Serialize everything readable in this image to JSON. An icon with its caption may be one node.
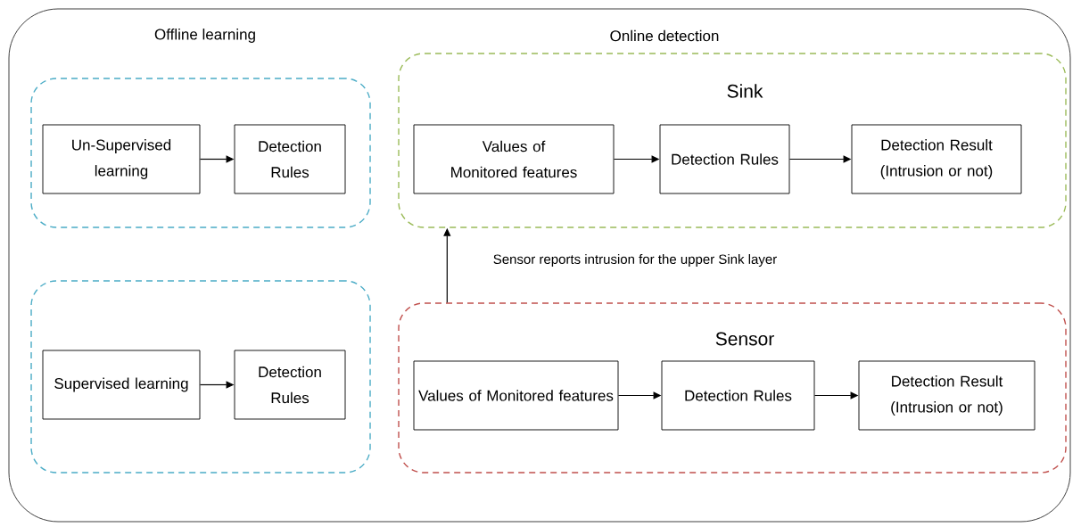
{
  "diagram": {
    "nodes": [
      {
        "text": [
          "Offline learning",
          "Online detection"
        ]
      },
      {
        "text": [],
        "shape": "box",
        "in": 0
      },
      {
        "text": [
          "Un-Supervised learning"
        ],
        "in": 1
      },
      {
        "text": [
          "Detection Rules"
        ],
        "in": 1
      },
      {
        "text": [
          "Sink"
        ],
        "in": 0
      },
      {
        "text": [
          "Values of Monitored features"
        ],
        "in": 4
      },
      {
        "text": [
          "Detection Rules"
        ],
        "in": 4
      },
      {
        "text": [
          "Detection Result (Intrusion or not)"
        ],
        "in": 4
      },
      {
        "text": [],
        "shape": "box",
        "in": 0
      },
      {
        "text": [
          "Supervised learning"
        ],
        "in": 8
      },
      {
        "text": [
          "Detection Rules"
        ],
        "in": 8
      },
      {
        "text": [
          "Sensor"
        ],
        "in": 0
      },
      {
        "text": [
          "Values of Monitored features"
        ],
        "in": 11
      },
      {
        "text": [
          "Detection Rules"
        ],
        "in": 11
      },
      {
        "text": [
          "Detection Result (Intrusion or not)"
        ],
        "in": 11
      }
    ],
    "edges": [
      {
        "from": 2,
        "to": 3,
        "arrow": "to"
      },
      {
        "from": 5,
        "to": 6,
        "arrow": "to"
      },
      {
        "from": 6,
        "to": 7,
        "arrow": "to"
      },
      {
        "from": 9,
        "to": 10,
        "arrow": "to"
      },
      {
        "from": 12,
        "to": 13,
        "arrow": "to"
      },
      {
        "from": 13,
        "to": 14,
        "arrow": "to"
      },
      {
        "from": 11,
        "to": 4,
        "arrow": "to",
        "label": "Sensor reports intrusion for the upper Sink layer"
      }
    ]
  }
}
